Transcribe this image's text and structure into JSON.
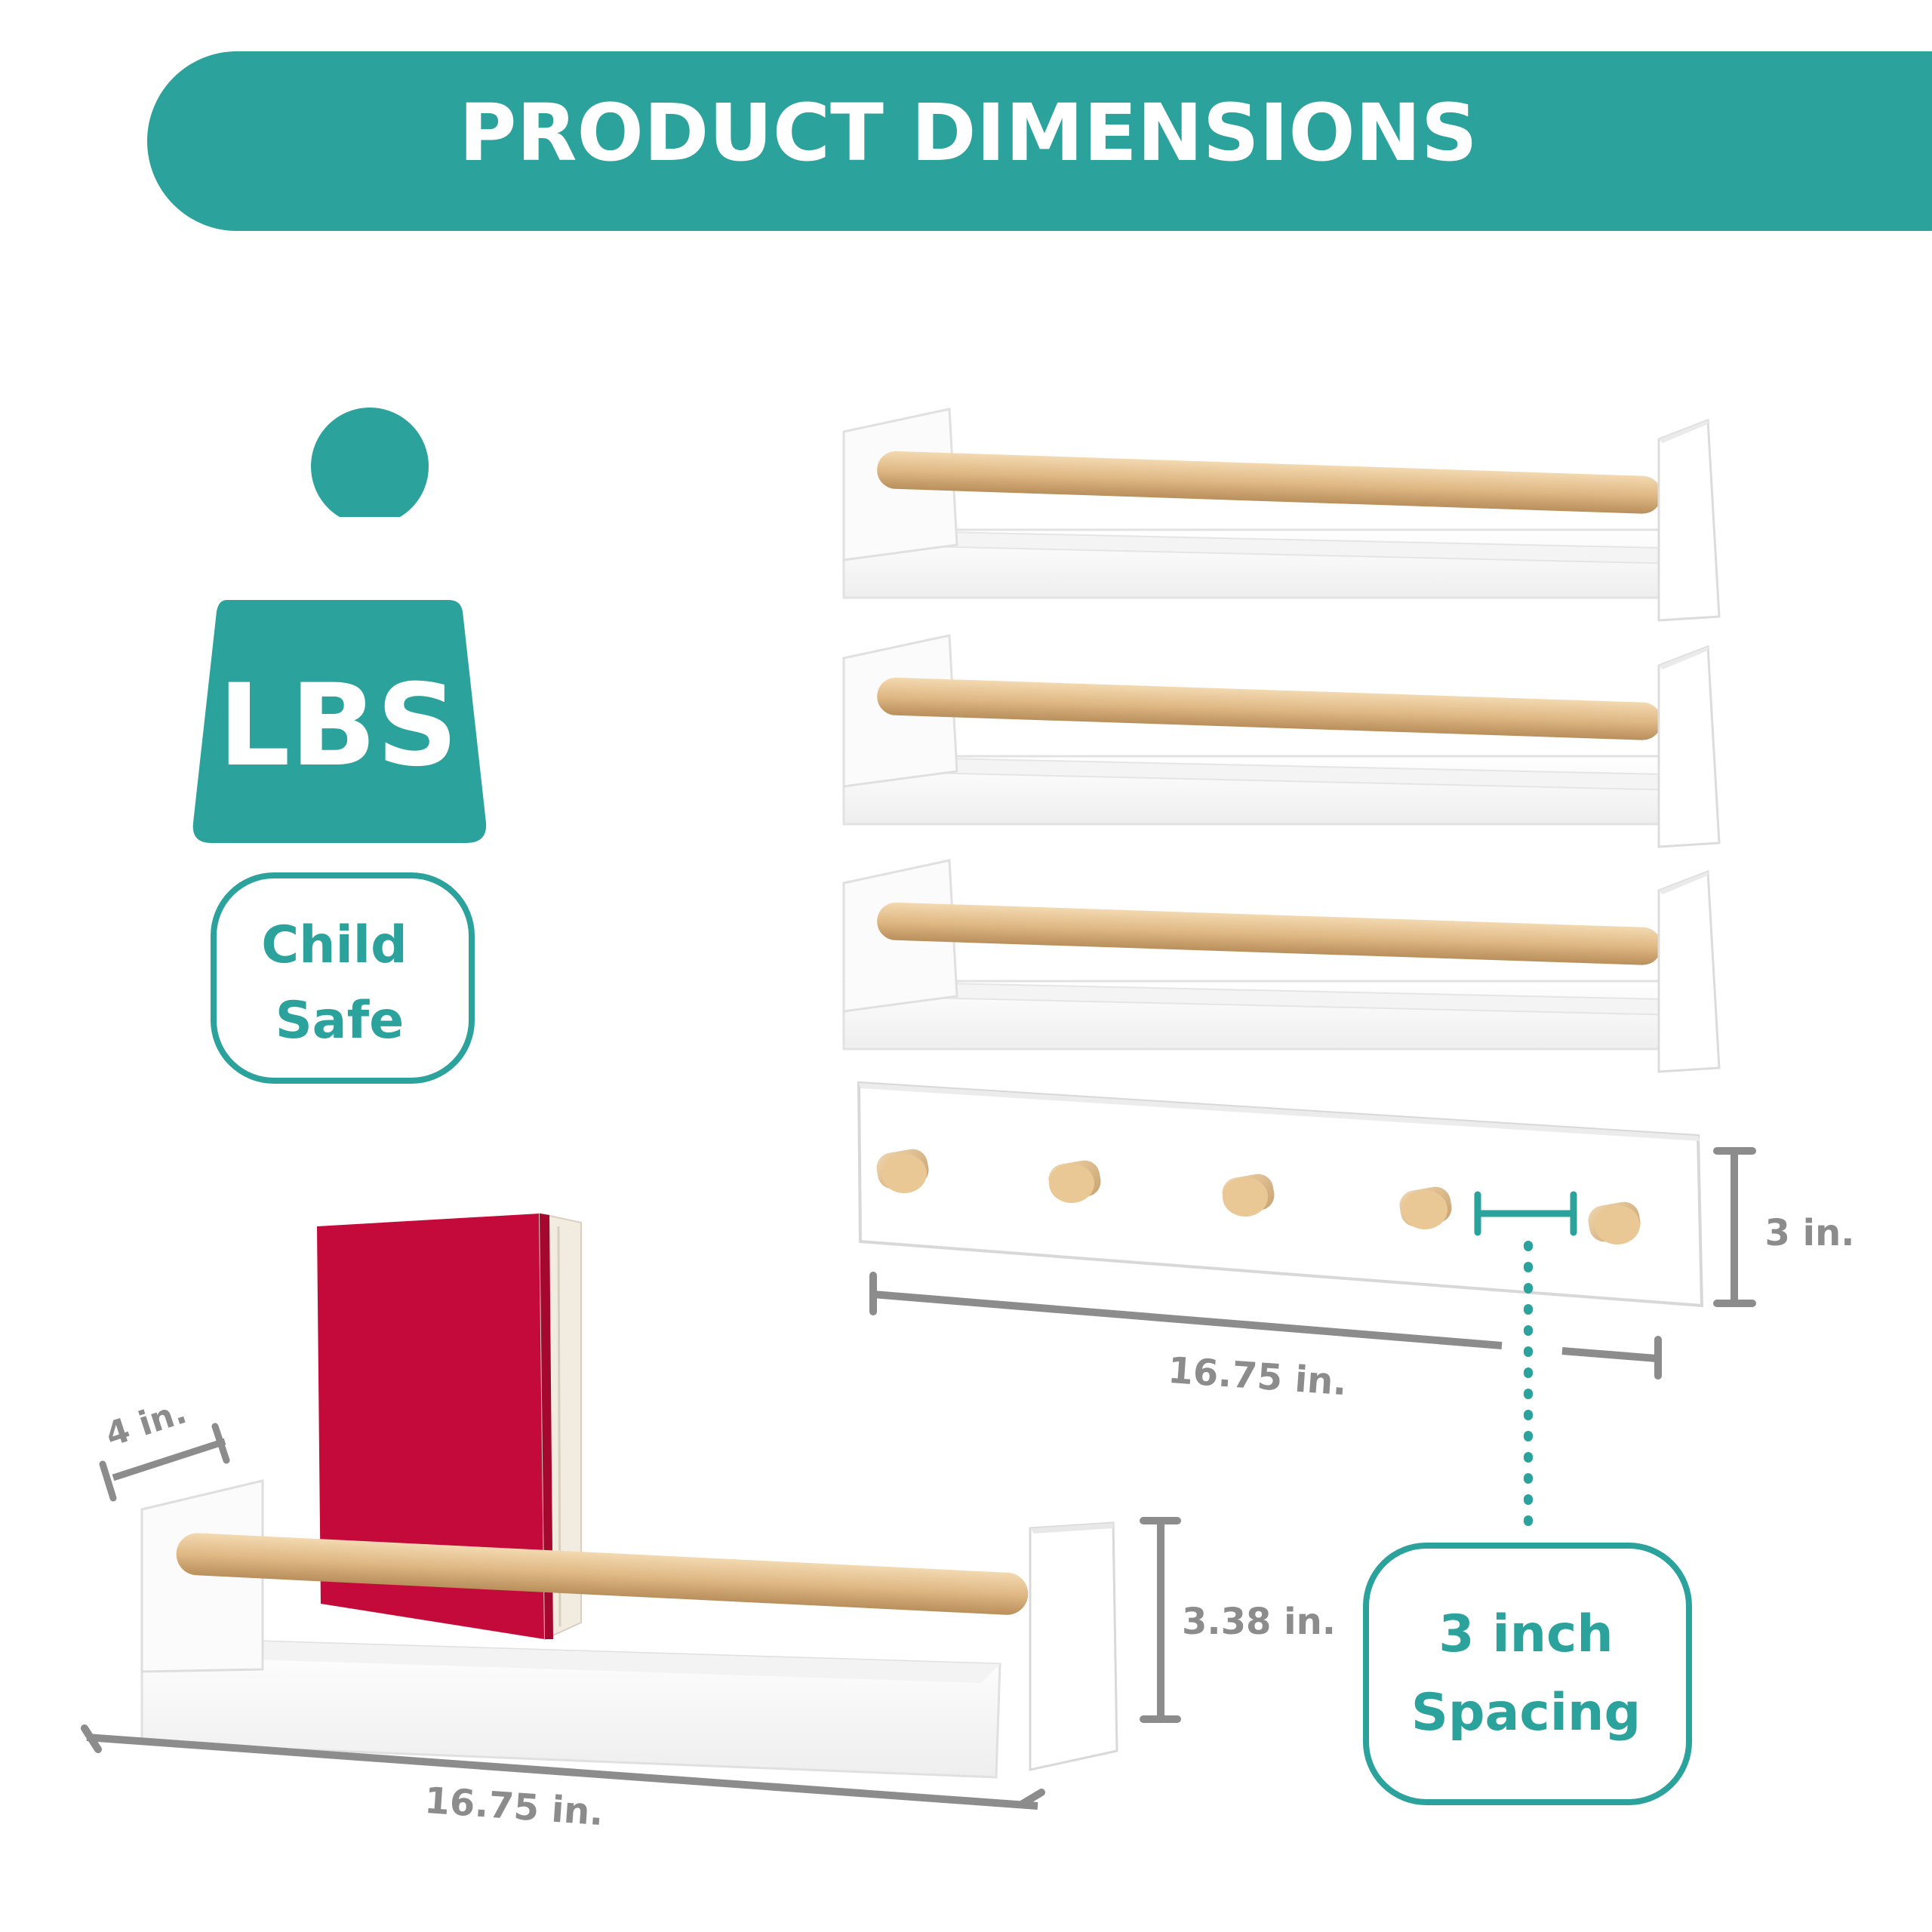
{
  "header": {
    "title": "PRODUCT DIMENSIONS"
  },
  "weight_icon": {
    "label": "LBS"
  },
  "badges": {
    "child_safe": {
      "line1": "Child",
      "line2": "Safe"
    },
    "spacing": {
      "line1": "3 inch",
      "line2": "Spacing"
    }
  },
  "dimensions": {
    "hook_rack_width": "16.75 in.",
    "hook_rack_height": "3 in.",
    "shelf_depth": "4 in.",
    "shelf_height": "3.38 in.",
    "shelf_width": "16.75 in."
  },
  "colors": {
    "teal": "#2ca29c",
    "dim_gray": "#8c8c8c",
    "wood": "#e2bd8a",
    "book": "#c40a3a"
  }
}
